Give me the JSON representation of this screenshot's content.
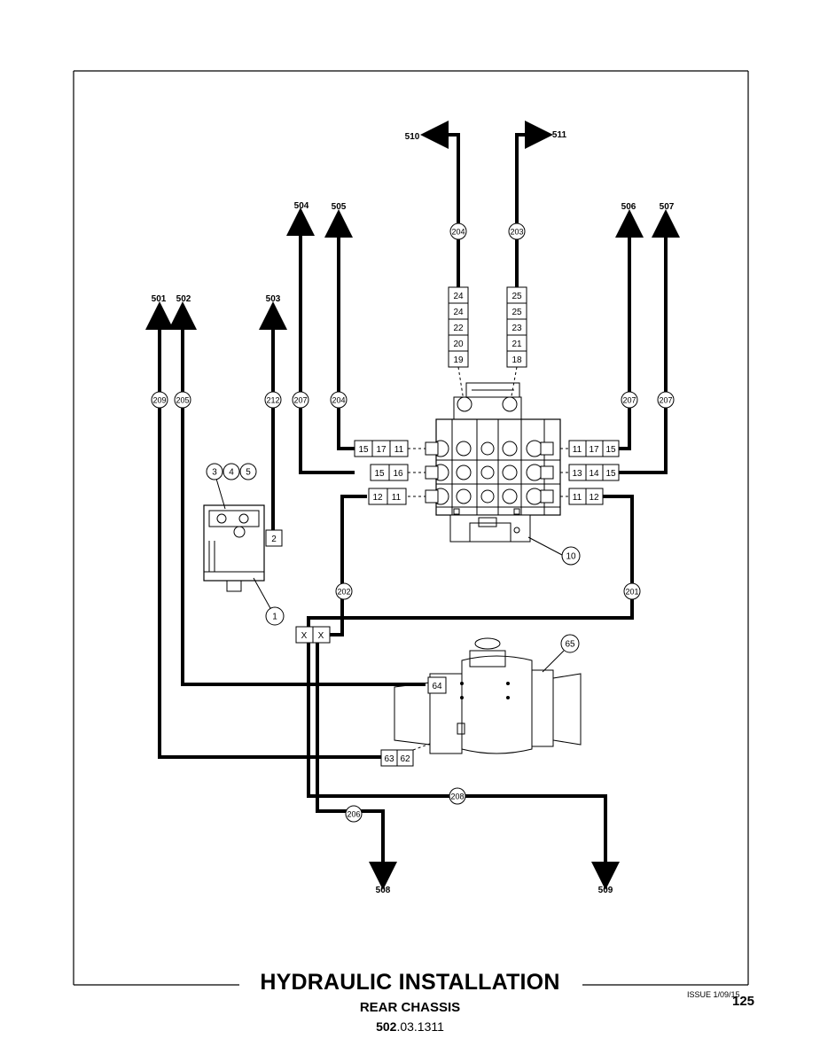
{
  "title": "HYDRAULIC INSTALLATION",
  "subtitle": "REAR CHASSIS",
  "code_bold": "502",
  "code_rest": ".03.1311",
  "issue": "ISSUE 1/09/15",
  "page_number": "125",
  "destinations": [
    "510",
    "511",
    "504",
    "505",
    "506",
    "507",
    "501",
    "502",
    "503",
    "508",
    "509"
  ],
  "hose_tags": [
    "204",
    "203",
    "209",
    "205",
    "212",
    "207",
    "204",
    "207",
    "207",
    "202",
    "201",
    "206",
    "208"
  ],
  "component_tags": [
    "3",
    "4",
    "5",
    "1",
    "10",
    "65"
  ],
  "terminal_stacks": {
    "left": [
      "24",
      "24",
      "22",
      "20",
      "19"
    ],
    "right": [
      "25",
      "25",
      "23",
      "21",
      "18"
    ]
  },
  "terminal_rows": {
    "l1": [
      "15",
      "17",
      "11"
    ],
    "l2": [
      "15",
      "16"
    ],
    "l3": [
      "12",
      "11"
    ],
    "r1": [
      "11",
      "17",
      "15"
    ],
    "r2": [
      "13",
      "14",
      "15"
    ],
    "r3": [
      "11",
      "12"
    ],
    "pump": [
      "2"
    ],
    "axle_top": [
      "64"
    ],
    "axle_bottom": [
      "63",
      "62"
    ],
    "junction": [
      "X",
      "X"
    ]
  }
}
